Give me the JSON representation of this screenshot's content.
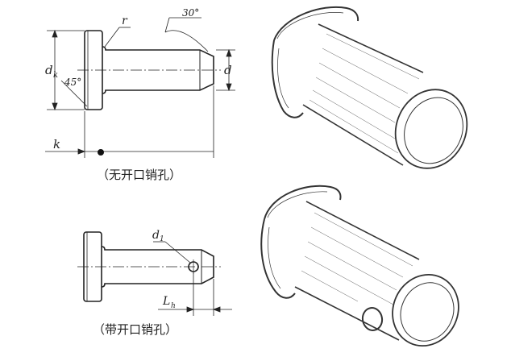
{
  "captions": {
    "top": "（无开口销孔）",
    "bottom": "（带开口销孔）"
  },
  "labels": {
    "r": "r",
    "angle_30": "30°",
    "d_k_main": "d",
    "d_k_sub": "k",
    "angle_45": "45°",
    "d": "d",
    "k": "k",
    "d1_main": "d",
    "d1_sub": "1",
    "lh_main": "L",
    "lh_sub": "h"
  },
  "colors": {
    "line": "#222222",
    "center_line": "#333333",
    "caption": "#222222"
  }
}
